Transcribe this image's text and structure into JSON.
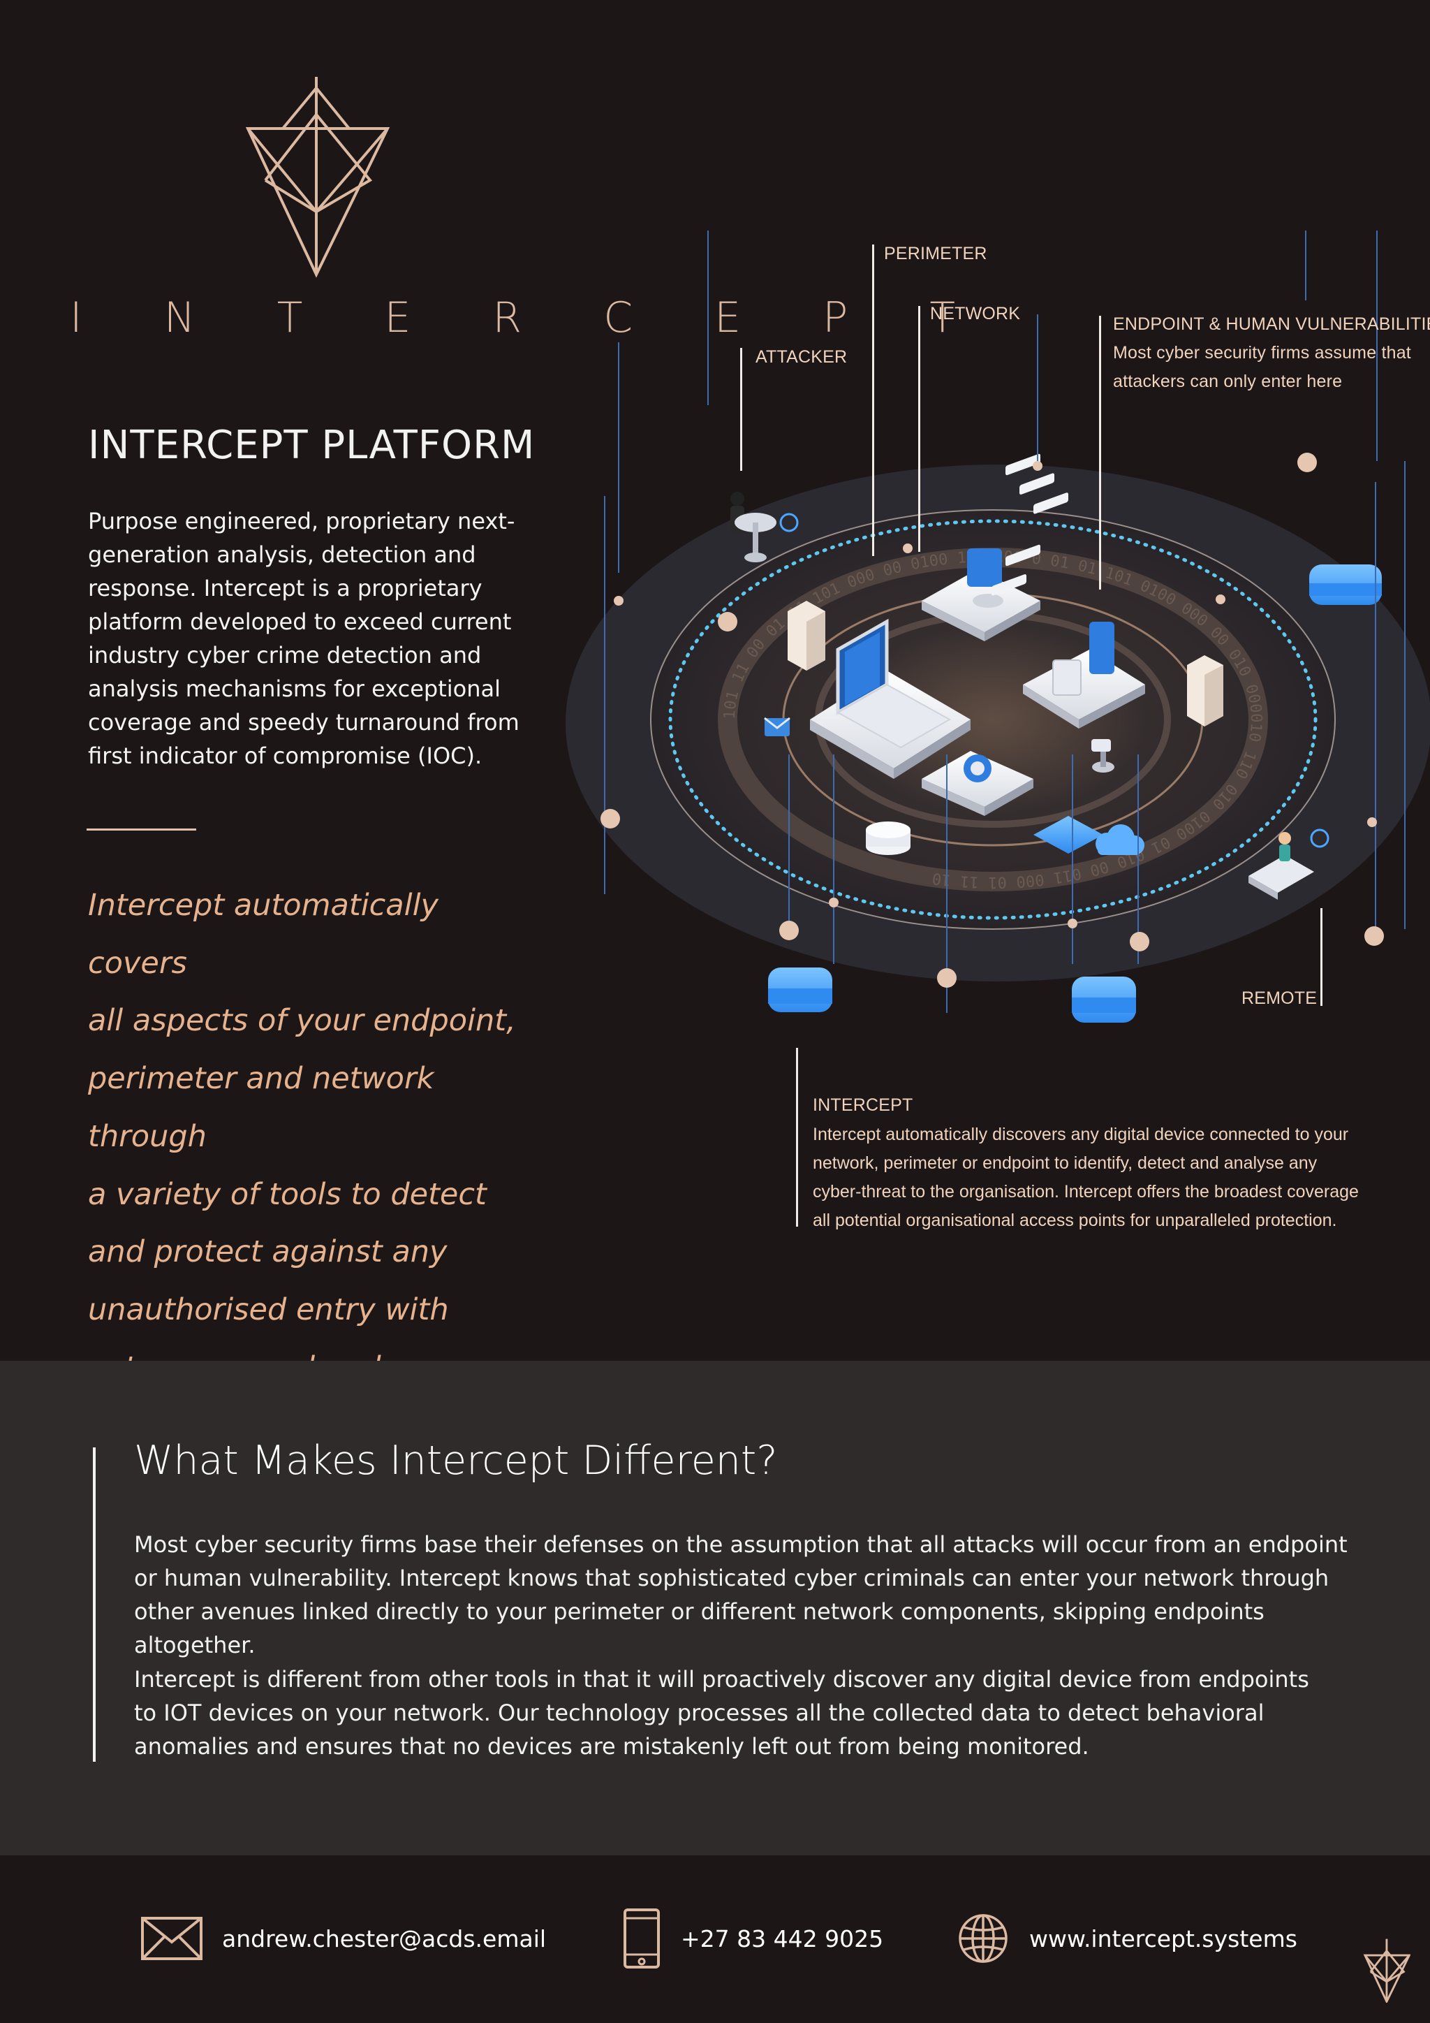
{
  "brand": {
    "logo_icon": "intercept-logo-icon",
    "name": "I N T E R C E P T"
  },
  "platform": {
    "title": "INTERCEPT PLATFORM",
    "intro": "Purpose engineered, proprietary next-generation analysis, detection and response. Intercept is a proprietary platform developed to exceed current industry cyber crime detection and analysis mechanisms for exceptional coverage and speedy turnaround from first indicator of compromise (IOC).",
    "quote_lines": [
      "Intercept automatically covers",
      "all aspects of your endpoint,",
      "perimeter and network through",
      "a variety of tools to detect",
      "and protect against any",
      "unauthorised entry with",
      "extreme speed and accuracy."
    ]
  },
  "illustration": {
    "labels": {
      "perimeter": "PERIMETER",
      "network": "NETWORK",
      "attacker": "ATTACKER",
      "endpoint_title": "ENDPOINT & HUMAN VULNERABILITIES",
      "endpoint_text_1": "Most cyber security firms assume that",
      "endpoint_text_2": "attackers can only enter here",
      "remote": "REMOTE",
      "intercept_title": "INTERCEPT",
      "intercept_lines": [
        "Intercept automatically discovers any digital device connected to your",
        "network, perimeter or endpoint to identify, detect and analyse any",
        "cyber-threat to the organisation. Intercept offers the broadest coverage",
        "all potential organisational access points for unparalleled protection."
      ]
    },
    "ring_text": "101 11 00 01 11 101 000 00 0100 101 100 0 01 01 101 0100 000 00 010 000010 110 010 0100 01 010 00 011 000 01 11 10",
    "colors": {
      "accent": "#e6b38e",
      "blue": "#4da6ff",
      "dots": "#5fc8f0"
    }
  },
  "different": {
    "title": "What Makes Intercept Different?",
    "p1": "Most cyber security firms base their defenses on the assumption that all attacks will occur from an endpoint or human vulnerability. Intercept knows that sophisticated cyber criminals can enter your network through other avenues linked directly to your perimeter or different network components, skipping endpoints altogether.",
    "p2": "Intercept is different from other tools in that it will proactively discover any digital device from endpoints to IOT devices on your network. Our technology processes all the collected data to detect behavioral anomalies and ensures that no devices are mistakenly left out from being monitored."
  },
  "contact": {
    "email_icon": "envelope-icon",
    "email": "andrew.chester@acds.email",
    "phone_icon": "phone-icon",
    "phone": "+27 83 442 9025",
    "web_icon": "globe-icon",
    "website": "www.intercept.systems"
  }
}
